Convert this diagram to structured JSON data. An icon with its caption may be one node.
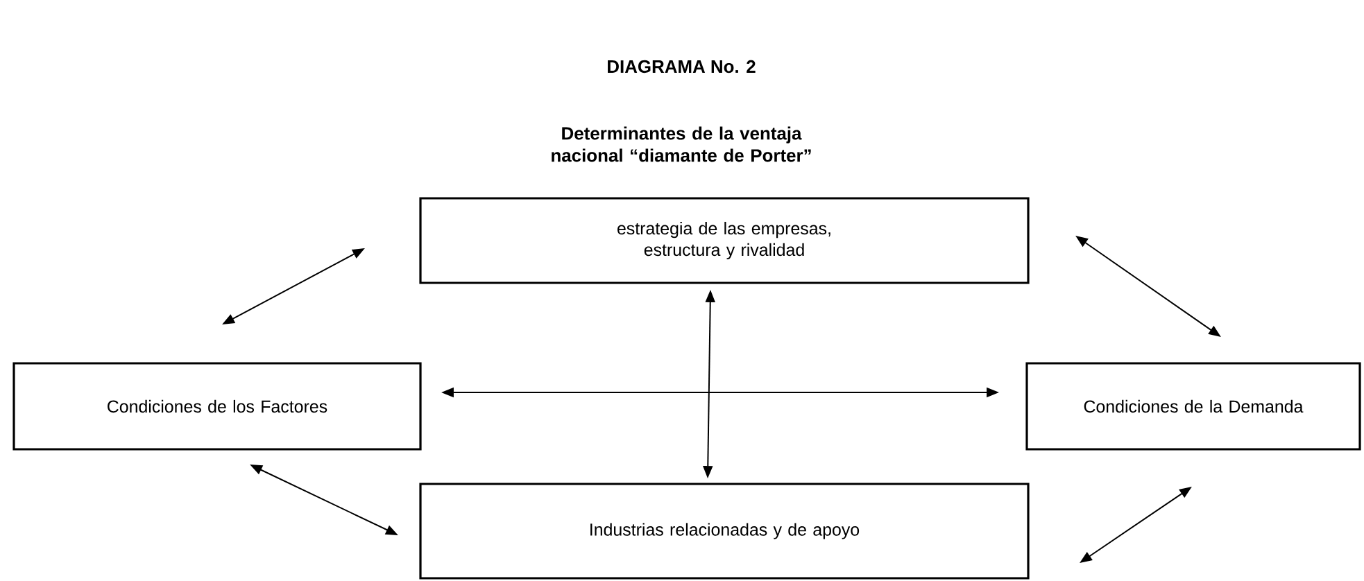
{
  "diagram": {
    "title": "DIAGRAMA  No. 2",
    "caption": "Determinantes de la ventaja nacional “diamante de Porter”",
    "nodes": [
      {
        "text": [
          "estrategia de las empresas, estructura y rivalidad"
        ]
      },
      {
        "text": [
          "Condiciones de los Factores"
        ]
      },
      {
        "text": [
          "Condiciones de la Demanda"
        ]
      },
      {
        "text": [
          "Industrias relacionadas y de apoyo"
        ]
      }
    ],
    "edges": [
      {
        "from": 1,
        "to": 0,
        "arrow": "both"
      },
      {
        "from": 0,
        "to": 2,
        "arrow": "both"
      },
      {
        "from": 1,
        "to": 2,
        "arrow": "both"
      },
      {
        "from": 0,
        "to": 3,
        "arrow": "both"
      },
      {
        "from": 1,
        "to": 3,
        "arrow": "both"
      },
      {
        "from": 3,
        "to": 2,
        "arrow": "both"
      }
    ]
  }
}
